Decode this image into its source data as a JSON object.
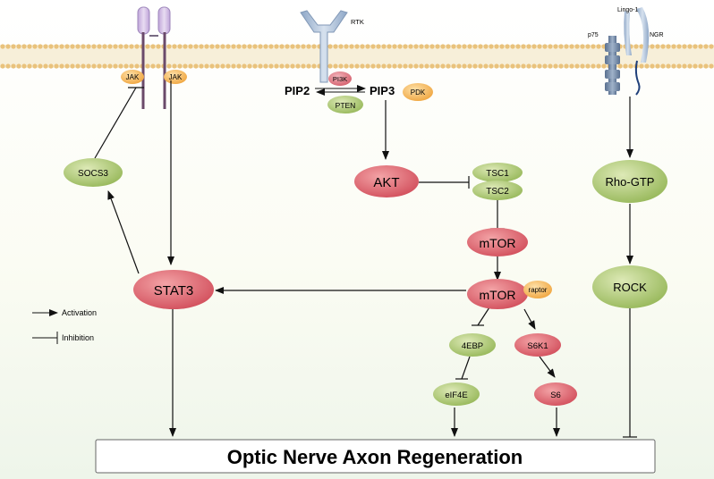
{
  "receptors": {
    "jak_left": "JAK",
    "jak_right": "JAK",
    "rtk": "RTK",
    "pi3k": "PI3K",
    "lingo1": "Lingo-1",
    "p75": "p75",
    "ngr": "NGR"
  },
  "nodes": {
    "pip2": "PIP2",
    "pip3": "PIP3",
    "pdk": "PDK",
    "pten": "PTEN",
    "akt": "AKT",
    "tsc1": "TSC1",
    "tsc2": "TSC2",
    "mtor_top": "mTOR",
    "mtor_main": "mTOR",
    "raptor": "raptor",
    "socs3": "SOCS3",
    "stat3": "STAT3",
    "rho_gtp": "Rho-GTP",
    "rock": "ROCK",
    "ebp4": "4EBP",
    "s6k1": "S6K1",
    "eif4e": "eIF4E",
    "s6": "S6"
  },
  "legend": {
    "activation": "Activation",
    "inhibition": "Inhibition"
  },
  "outcome": {
    "label": "Optic Nerve Axon Regeneration"
  },
  "colors": {
    "red_node": "#d9606a",
    "green_node": "#a6c36a",
    "orange_node": "#f5b35a",
    "pink_node": "#d9707c",
    "membrane": "#e9c27c",
    "receptor": "#aebfd6"
  }
}
